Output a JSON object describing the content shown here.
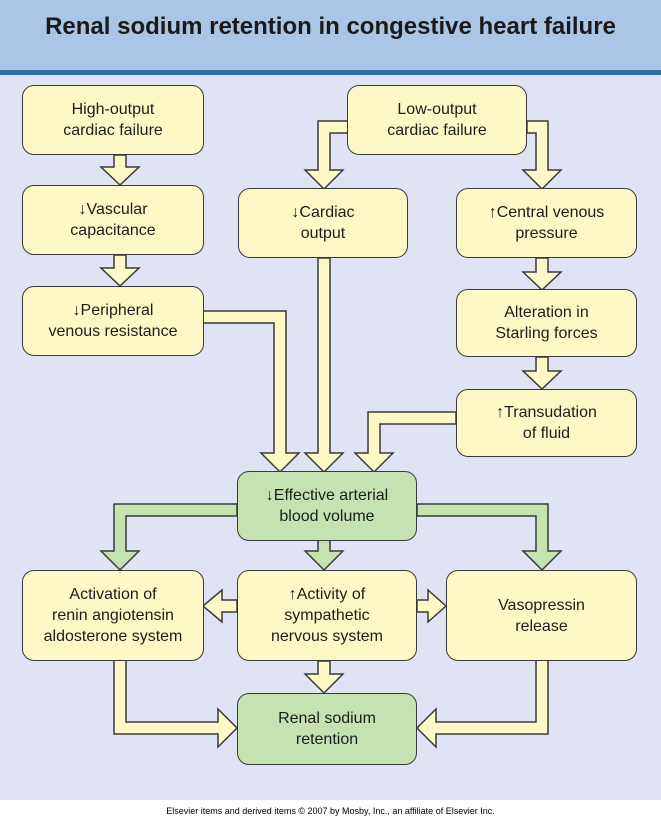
{
  "title": "Renal sodium retention in congestive heart failure",
  "footer": "Elsevier items and derived items © 2007 by Mosby, Inc., an affiliate of Elsevier Inc.",
  "nodes": {
    "high_output": "High-output\ncardiac failure",
    "low_output": "Low-output\ncardiac failure",
    "vascular_capacitance": "↓Vascular\ncapacitance",
    "cardiac_output": "↓Cardiac\noutput",
    "central_venous_pressure": "↑Central venous\npressure",
    "peripheral_venous_resistance": "↓Peripheral\nvenous resistance",
    "starling_forces": "Alteration in\nStarling forces",
    "transudation": "↑Transudation\nof fluid",
    "effective_arterial_blood_volume": "↓Effective arterial\nblood volume",
    "raas": "Activation of\nrenin angiotensin\naldosterone system",
    "sympathetic": "↑Activity of\nsympathetic\nnervous system",
    "vasopressin": "Vasopressin\nrelease",
    "renal_sodium_retention": "Renal sodium\nretention"
  },
  "colors": {
    "header_bg": "#aac6e6",
    "header_rule": "#2f6fa8",
    "panel_bg": "#dfe3f4",
    "yellow_box": "#fdf9c7",
    "green_box": "#c6e2b0",
    "yellow_arrow": "#fdf9c7",
    "green_arrow": "#c6e2b0"
  }
}
